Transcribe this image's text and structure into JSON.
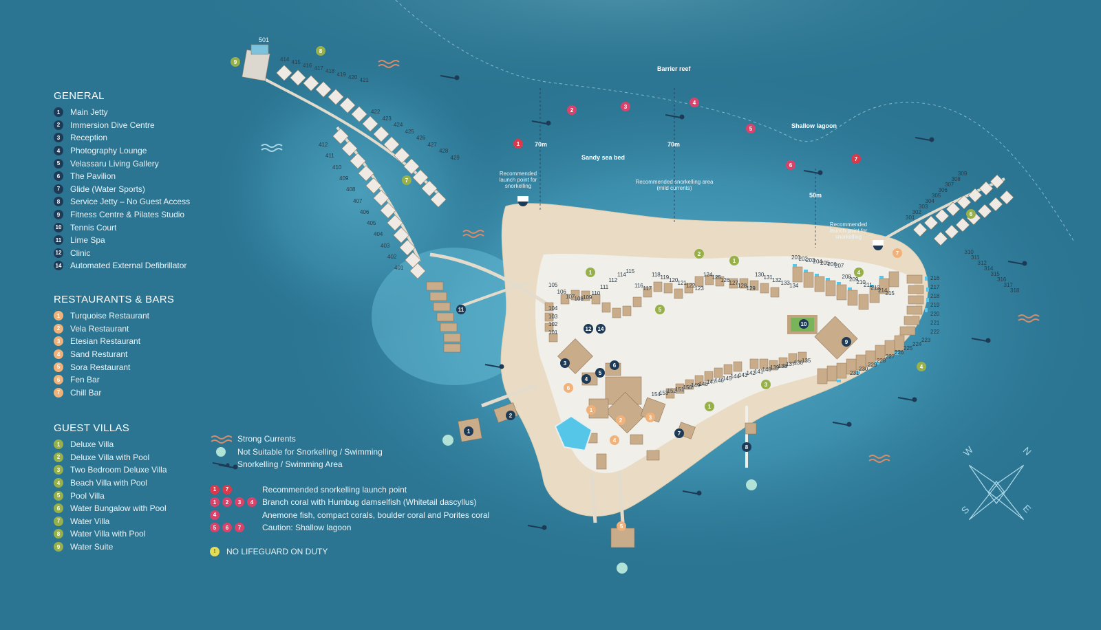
{
  "legend": {
    "general": {
      "title": "GENERAL",
      "items": [
        {
          "num": "1",
          "label": "Main Jetty"
        },
        {
          "num": "2",
          "label": "Immersion Dive Centre"
        },
        {
          "num": "3",
          "label": "Reception"
        },
        {
          "num": "4",
          "label": "Photography Lounge"
        },
        {
          "num": "5",
          "label": "Velassaru Living Gallery"
        },
        {
          "num": "6",
          "label": "The Pavilion"
        },
        {
          "num": "7",
          "label": "Glide (Water Sports)"
        },
        {
          "num": "8",
          "label": "Service Jetty – No Guest Access"
        },
        {
          "num": "9",
          "label": "Fitness Centre & Pilates Studio"
        },
        {
          "num": "10",
          "label": "Tennis Court"
        },
        {
          "num": "11",
          "label": "Lime Spa"
        },
        {
          "num": "12",
          "label": "Clinic"
        },
        {
          "num": "14",
          "label": "Automated External Defibrillator"
        }
      ]
    },
    "restaurants": {
      "title": "RESTAURANTS & BARS",
      "items": [
        {
          "num": "1",
          "label": "Turquoise Restaurant"
        },
        {
          "num": "2",
          "label": "Vela Restaurant"
        },
        {
          "num": "3",
          "label": "Etesian Restaurant"
        },
        {
          "num": "4",
          "label": "Sand Resturant"
        },
        {
          "num": "5",
          "label": "Sora Restaurant"
        },
        {
          "num": "6",
          "label": "Fen Bar"
        },
        {
          "num": "7",
          "label": "Chill Bar"
        }
      ]
    },
    "villas": {
      "title": "GUEST VILLAS",
      "items": [
        {
          "num": "1",
          "label": "Deluxe Villa"
        },
        {
          "num": "2",
          "label": "Deluxe Villa with Pool"
        },
        {
          "num": "3",
          "label": "Two Bedroom Deluxe Villa"
        },
        {
          "num": "4",
          "label": "Beach Villa with Pool"
        },
        {
          "num": "5",
          "label": "Pool Villa"
        },
        {
          "num": "6",
          "label": "Water Bungalow with Pool"
        },
        {
          "num": "7",
          "label": "Water Villa"
        },
        {
          "num": "8",
          "label": "Water Villa with Pool"
        },
        {
          "num": "9",
          "label": "Water Suite"
        }
      ]
    },
    "key": {
      "strong_currents": "Strong Currents",
      "not_suitable": "Not Suitable for Snorkelling / Swimming",
      "snorkelling_area": "Snorkelling / Swimming Area",
      "launch_point": {
        "badges": [
          "1",
          "7"
        ],
        "label": "Recommended snorkelling launch point"
      },
      "branch_coral": {
        "badges": [
          "1",
          "2",
          "3",
          "4"
        ],
        "label": "Branch coral with Humbug damselfish (Whitetail dascyllus)"
      },
      "anemone": {
        "badges": [
          "4"
        ],
        "label": "Anemone fish, compact corals, boulder coral and Porites coral"
      },
      "caution": {
        "badges": [
          "5",
          "6",
          "7"
        ],
        "label": "Caution: Shallow lagoon"
      },
      "lifeguard": {
        "badge": "!",
        "label": "NO LIFEGUARD ON DUTY"
      }
    }
  },
  "map_labels": {
    "barrier_reef": "Barrier reef",
    "shallow_lagoon": "Shallow lagoon",
    "sandy_sea_bed": "Sandy sea bed",
    "depth_70m_a": "70m",
    "depth_70m_b": "70m",
    "depth_50m": "50m",
    "launch_point_west": "Recommended launch point for snorkelling",
    "recommended_area": "Recommended snorkelling area (mild currents)",
    "launch_point_east": "Recommended launch point for snorkelling",
    "villa_501": "501"
  },
  "colors": {
    "ocean_deep": "#2a7290",
    "ocean_light": "#4ca3bf",
    "sand": "#eadcc4",
    "island_inner": "#f1efe9",
    "villa_roof": "#c9ad8b",
    "navy_badge": "#1d3b57",
    "orange_badge": "#f0b27a",
    "green_badge": "#97b04a",
    "red_badge": "#d93a4b",
    "pool_blue": "#56c6e8"
  },
  "map_markers": {
    "general": [
      "1",
      "2",
      "3",
      "4",
      "5",
      "6",
      "7",
      "8",
      "9",
      "10",
      "11",
      "12",
      "14"
    ],
    "restaurants": [
      "1",
      "2",
      "3",
      "4",
      "5",
      "6",
      "7"
    ],
    "reef_sites": [
      "1",
      "2",
      "3",
      "4",
      "5",
      "6",
      "7"
    ]
  },
  "villa_numbers": {
    "overwater_north_outer": [
      "414",
      "415",
      "416",
      "417",
      "418",
      "419",
      "420",
      "421",
      "422",
      "423",
      "424",
      "425",
      "426",
      "427",
      "428",
      "429"
    ],
    "overwater_north_inner": [
      "412",
      "411",
      "410",
      "409",
      "408",
      "407",
      "406",
      "405",
      "404",
      "403",
      "402",
      "401"
    ],
    "beach_north": [
      "105",
      "106",
      "107",
      "108",
      "109",
      "110",
      "111",
      "112",
      "114",
      "115",
      "116",
      "117",
      "118",
      "119",
      "120",
      "121",
      "122",
      "123",
      "124",
      "125",
      "126",
      "127",
      "128",
      "129",
      "130",
      "131",
      "132",
      "133",
      "134"
    ],
    "beach_west": [
      "104",
      "103",
      "102",
      "101"
    ],
    "beach_south": [
      "135",
      "136",
      "137",
      "138",
      "139",
      "140",
      "141",
      "142",
      "143",
      "144",
      "145",
      "146",
      "147",
      "148",
      "149",
      "150",
      "151",
      "152",
      "153",
      "154"
    ],
    "beach_east_north": [
      "201",
      "202",
      "203",
      "204",
      "205",
      "206",
      "207",
      "208",
      "209",
      "210",
      "211",
      "212",
      "214",
      "215"
    ],
    "beach_east": [
      "216",
      "217",
      "218",
      "219",
      "220",
      "221",
      "222",
      "223",
      "224",
      "225",
      "226",
      "227",
      "228",
      "229",
      "230",
      "231"
    ],
    "overwater_east": [
      "301",
      "302",
      "303",
      "304",
      "305",
      "306",
      "307",
      "308",
      "309",
      "310",
      "311",
      "312",
      "314",
      "315",
      "316",
      "317",
      "318"
    ]
  }
}
